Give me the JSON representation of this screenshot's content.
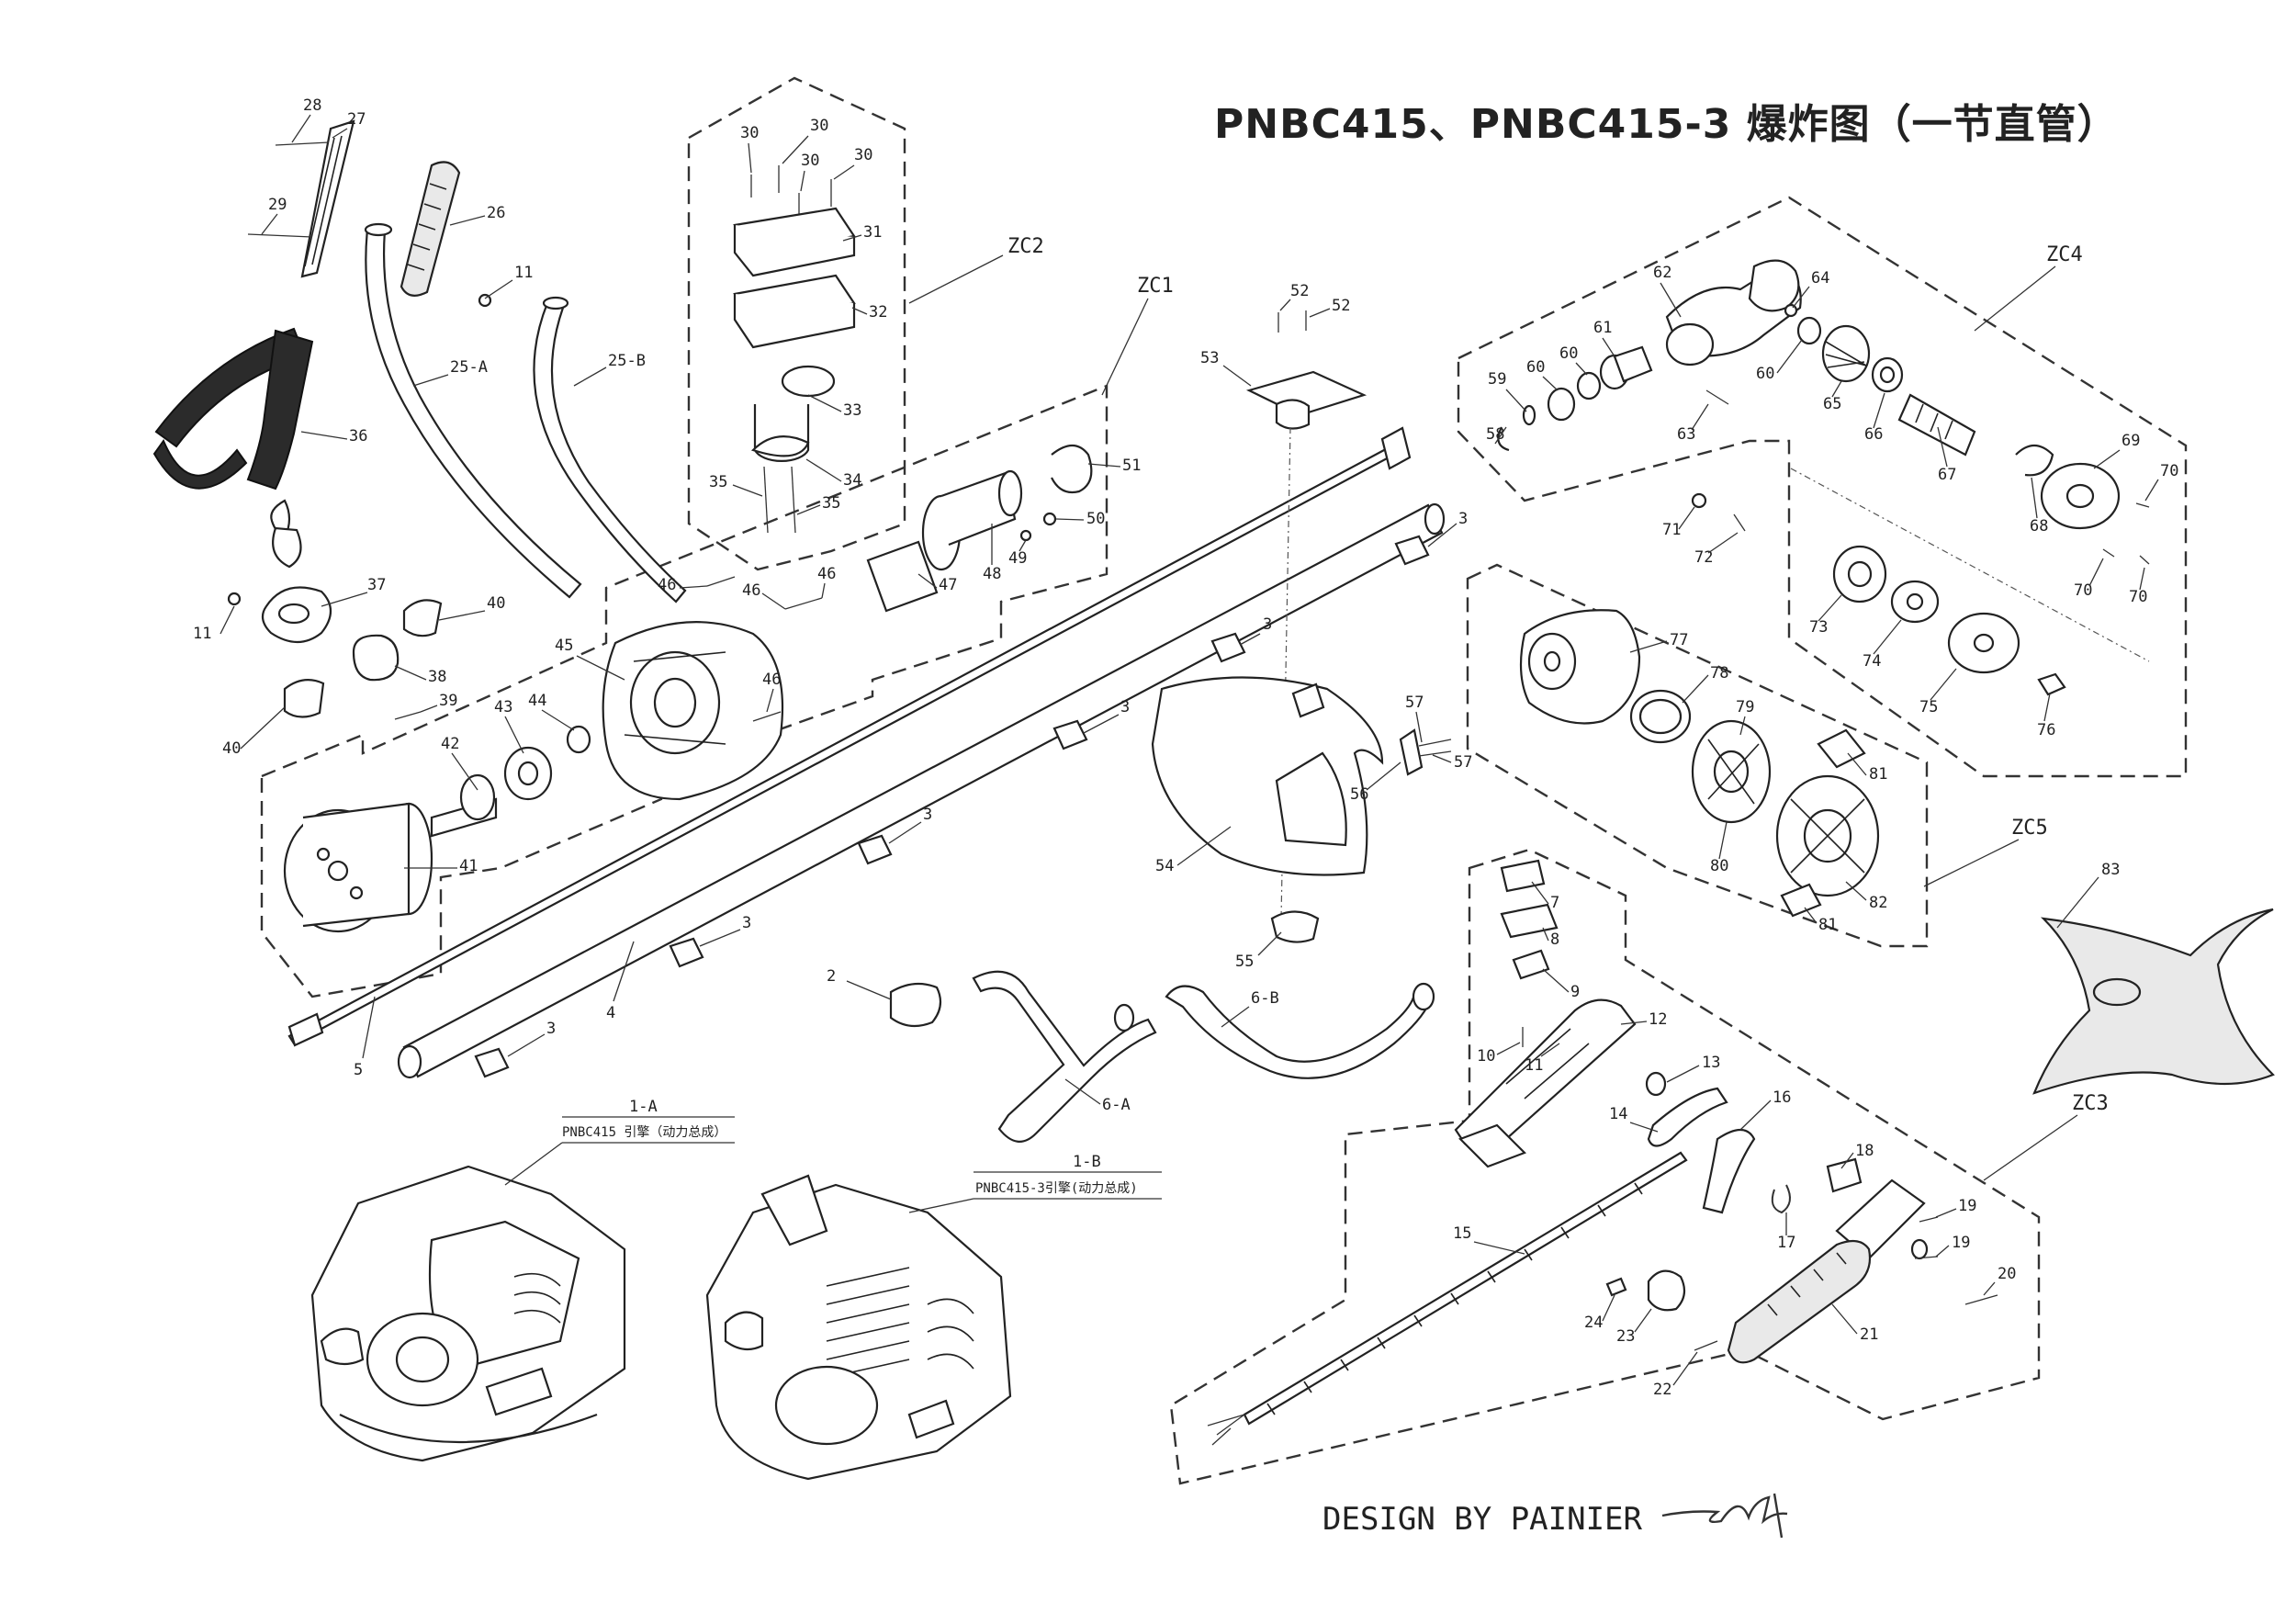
{
  "title": "PNBC415、PNBC415-3 爆炸图（一节直管）",
  "credit": "DESIGN BY PAINIER",
  "groups": {
    "zc1": "ZC1",
    "zc2": "ZC2",
    "zc3": "ZC3",
    "zc4": "ZC4",
    "zc5": "ZC5"
  },
  "engines": {
    "a_code": "1-A",
    "a_name": "PNBC415 引擎（动力总成）",
    "b_code": "1-B",
    "b_name": "PNBC415-3引擎(动力总成)"
  },
  "parts": {
    "p2": "2",
    "p3": "3",
    "p4": "4",
    "p5": "5",
    "p6a": "6-A",
    "p6b": "6-B",
    "p7": "7",
    "p8": "8",
    "p9": "9",
    "p10": "10",
    "p11": "11",
    "p12": "12",
    "p13": "13",
    "p14": "14",
    "p15": "15",
    "p16": "16",
    "p17": "17",
    "p18": "18",
    "p19": "19",
    "p20": "20",
    "p21": "21",
    "p22": "22",
    "p23": "23",
    "p24": "24",
    "p25a": "25-A",
    "p25b": "25-B",
    "p26": "26",
    "p27": "27",
    "p28": "28",
    "p29": "29",
    "p30": "30",
    "p31": "31",
    "p32": "32",
    "p33": "33",
    "p34": "34",
    "p35": "35",
    "p36": "36",
    "p37": "37",
    "p38": "38",
    "p39": "39",
    "p40": "40",
    "p41": "41",
    "p42": "42",
    "p43": "43",
    "p44": "44",
    "p45": "45",
    "p46": "46",
    "p47": "47",
    "p48": "48",
    "p49": "49",
    "p50": "50",
    "p51": "51",
    "p52": "52",
    "p53": "53",
    "p54": "54",
    "p55": "55",
    "p56": "56",
    "p57": "57",
    "p58": "58",
    "p59": "59",
    "p60": "60",
    "p61": "61",
    "p62": "62",
    "p63": "63",
    "p64": "64",
    "p65": "65",
    "p66": "66",
    "p67": "67",
    "p68": "68",
    "p69": "69",
    "p70": "70",
    "p71": "71",
    "p72": "72",
    "p73": "73",
    "p74": "74",
    "p75": "75",
    "p76": "76",
    "p77": "77",
    "p78": "78",
    "p79": "79",
    "p80": "80",
    "p81": "81",
    "p82": "82",
    "p83": "83"
  },
  "colors": {
    "ink": "#222222",
    "paper": "#ffffff",
    "strap": "#2b2b2b"
  }
}
